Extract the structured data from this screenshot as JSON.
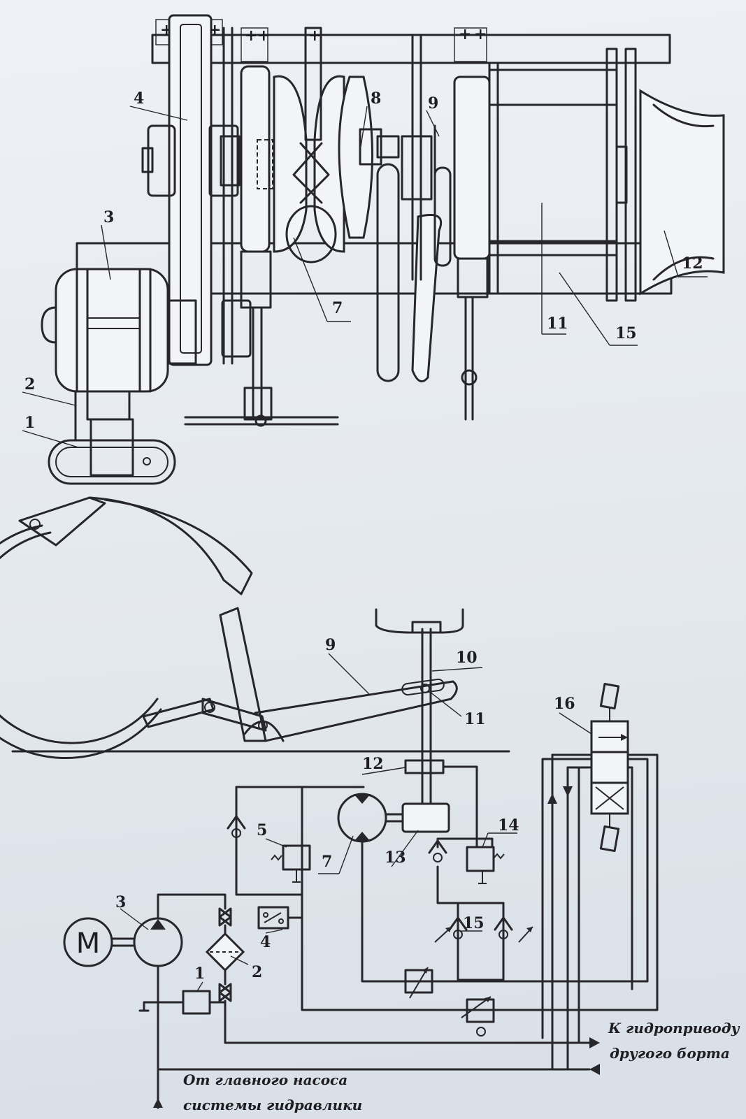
{
  "top_labels": {
    "l1": "1",
    "l2": "2",
    "l3": "3",
    "l4": "4",
    "l7": "7",
    "l8": "8",
    "l9": "9",
    "l11": "11",
    "l12": "12",
    "l15": "15"
  },
  "mid_labels": {
    "l9": "9",
    "l10": "10",
    "l11": "11"
  },
  "scheme_labels": {
    "l1": "1",
    "l2": "2",
    "l3": "3",
    "l4": "4",
    "l5": "5",
    "l7": "7",
    "l12": "12",
    "l13": "13",
    "l14": "14",
    "l15": "15",
    "l16": "16"
  },
  "motor_symbol": "M",
  "notes": {
    "to_other_side_1": "К гидроприводу",
    "to_other_side_2": "другого борта",
    "from_pump_1": "От главного насоса",
    "from_pump_2": "системы гидравлики"
  }
}
